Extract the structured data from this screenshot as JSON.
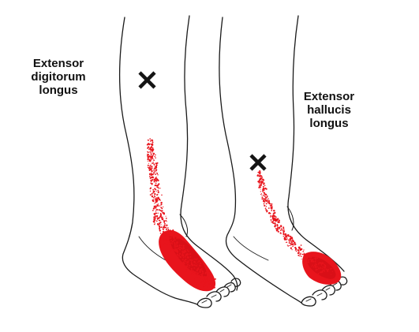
{
  "labels": {
    "edl": {
      "line1": "Extensor",
      "line2": "digitorum",
      "line3": "longus"
    },
    "ehl": {
      "line1": "Extensor",
      "line2": "hallucis",
      "line3": "longus"
    }
  },
  "colors": {
    "outline": "#1a1a1a",
    "pain": "#e8141c",
    "marker": "#141414",
    "background": "#ffffff"
  },
  "icons": {
    "trigger_point_marker": "x-mark"
  }
}
